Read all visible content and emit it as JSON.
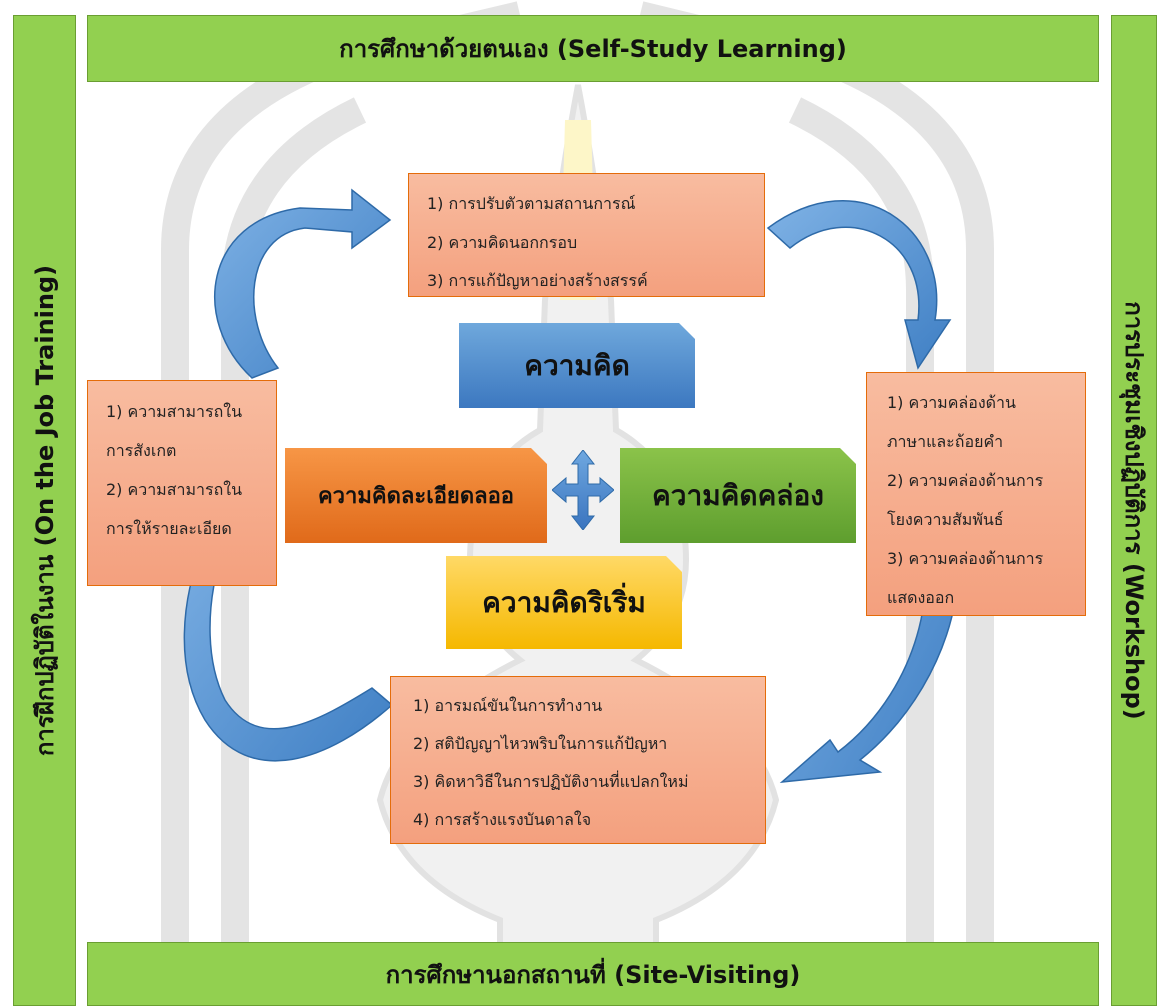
{
  "bars": {
    "top": "การศึกษาด้วยตนเอง (Self-Study Learning)",
    "bottom": "การศึกษานอกสถานที่ (Site-Visiting)",
    "left": "การฝึกปฏิบัติในงาน (On the Job Training)",
    "right": "การประชุมเชิงปฏิบัติการ (Workshop)"
  },
  "concepts": {
    "thinking": "ความคิด",
    "elaboration": "ความคิดละเอียดลออ",
    "fluency": "ความคิดคล่อง",
    "originality": "ความคิดริเริ่ม"
  },
  "boxes": {
    "top": [
      "1) การปรับตัวตามสถานการณ์",
      "2) ความคิดนอกกรอบ",
      "3) การแก้ปัญหาอย่างสร้างสรรค์"
    ],
    "left": [
      "1) ความสามารถใน",
      "การสังเกต",
      "2) ความสามารถใน",
      "การให้รายละเอียด"
    ],
    "right": [
      "1) ความคล่องด้าน",
      "ภาษาและถ้อยคำ",
      "2) ความคล่องด้านการ",
      "โยงความสัมพันธ์",
      "3) ความคล่องด้านการ",
      "แสดงออก"
    ],
    "bottom": [
      "1) อารมณ์ขันในการทำงาน",
      "2) สติปัญญาไหวพริบในการแก้ปัญหา",
      "3) คิดหาวิธีในการปฏิบัติงานที่แปลกใหม่",
      "4) การสร้างแรงบันดาลใจ"
    ]
  },
  "colors": {
    "bar_green": "#92d050",
    "box_salmon": "#f4a07e",
    "concept_blue": "#4a86cf",
    "concept_orange": "#e97a2b",
    "concept_green": "#70ad47",
    "concept_yellow": "#ffc000",
    "arrow_blue": "#5b9bd5"
  }
}
